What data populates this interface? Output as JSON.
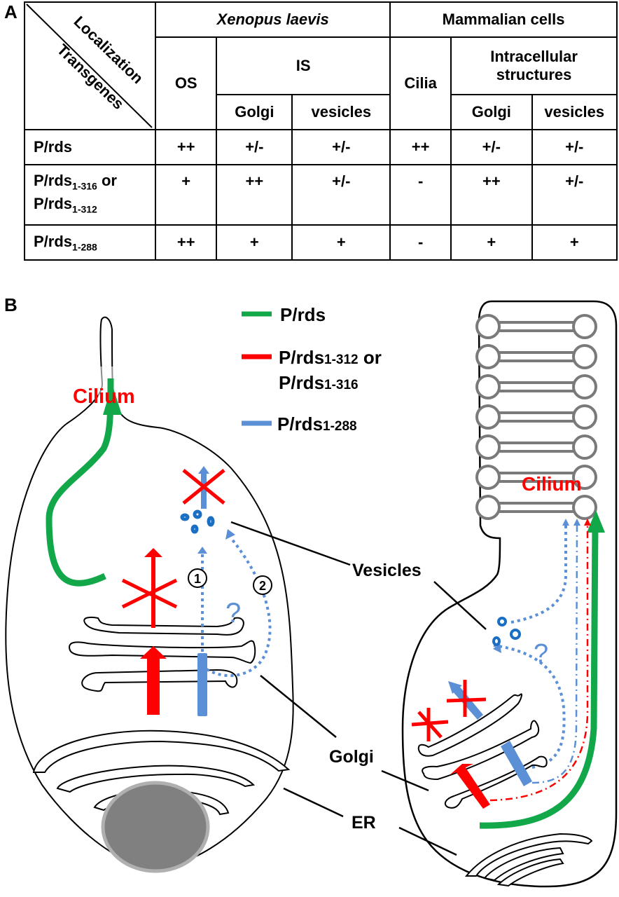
{
  "panelA": {
    "label": "A",
    "corner": {
      "column_axis": "Localization",
      "row_axis": "Transgenes"
    },
    "groups": [
      {
        "name": "Xenopus laevis",
        "italic": true
      },
      {
        "name": "Mammalian cells",
        "italic": false
      }
    ],
    "subgroups": {
      "os": "OS",
      "is": "IS",
      "cilia": "Cilia",
      "intracellular": "Intracellular structures"
    },
    "columns": [
      "Golgi",
      "vesicles",
      "Golgi",
      "vesicles"
    ],
    "rows": [
      {
        "name": "P/rds",
        "sub": "",
        "name2": "",
        "sub2": "",
        "values": [
          "++",
          "+/-",
          "+/-",
          "++",
          "+/-",
          "+/-"
        ]
      },
      {
        "name": "P/rds",
        "sub": "1-316",
        "joiner": " or",
        "name2": "P/rds",
        "sub2": "1-312",
        "values": [
          "+",
          "++",
          "+/-",
          "-",
          "++",
          "+/-"
        ]
      },
      {
        "name": "P/rds",
        "sub": "1-288",
        "name2": "",
        "sub2": "",
        "values": [
          "++",
          "+",
          "+",
          "-",
          "+",
          "+"
        ]
      }
    ]
  },
  "panelB": {
    "label": "B",
    "legend": [
      {
        "label": "P/rds",
        "sub": "",
        "color": "#12a84a"
      },
      {
        "label": "P/rds",
        "sub": "1-312",
        "label_tail": " or",
        "line2": "P/rds",
        "sub2": "1-316",
        "color": "#ff0000"
      },
      {
        "label": "P/rds",
        "sub": "1-288",
        "color": "#5b8fd6"
      }
    ],
    "labels": {
      "cilium_left": "Cilium",
      "cilium_right": "Cilium",
      "vesicles": "Vesicles",
      "golgi": "Golgi",
      "er": "ER",
      "route1": "1",
      "route2": "2",
      "question": "?"
    },
    "colors": {
      "green": "#12a84a",
      "red": "#ff0000",
      "blue": "#5b8fd6",
      "vesicle_blue": "#1a6fc4",
      "nucleus": "#808080",
      "disc_gray": "#7a7a7a"
    }
  }
}
